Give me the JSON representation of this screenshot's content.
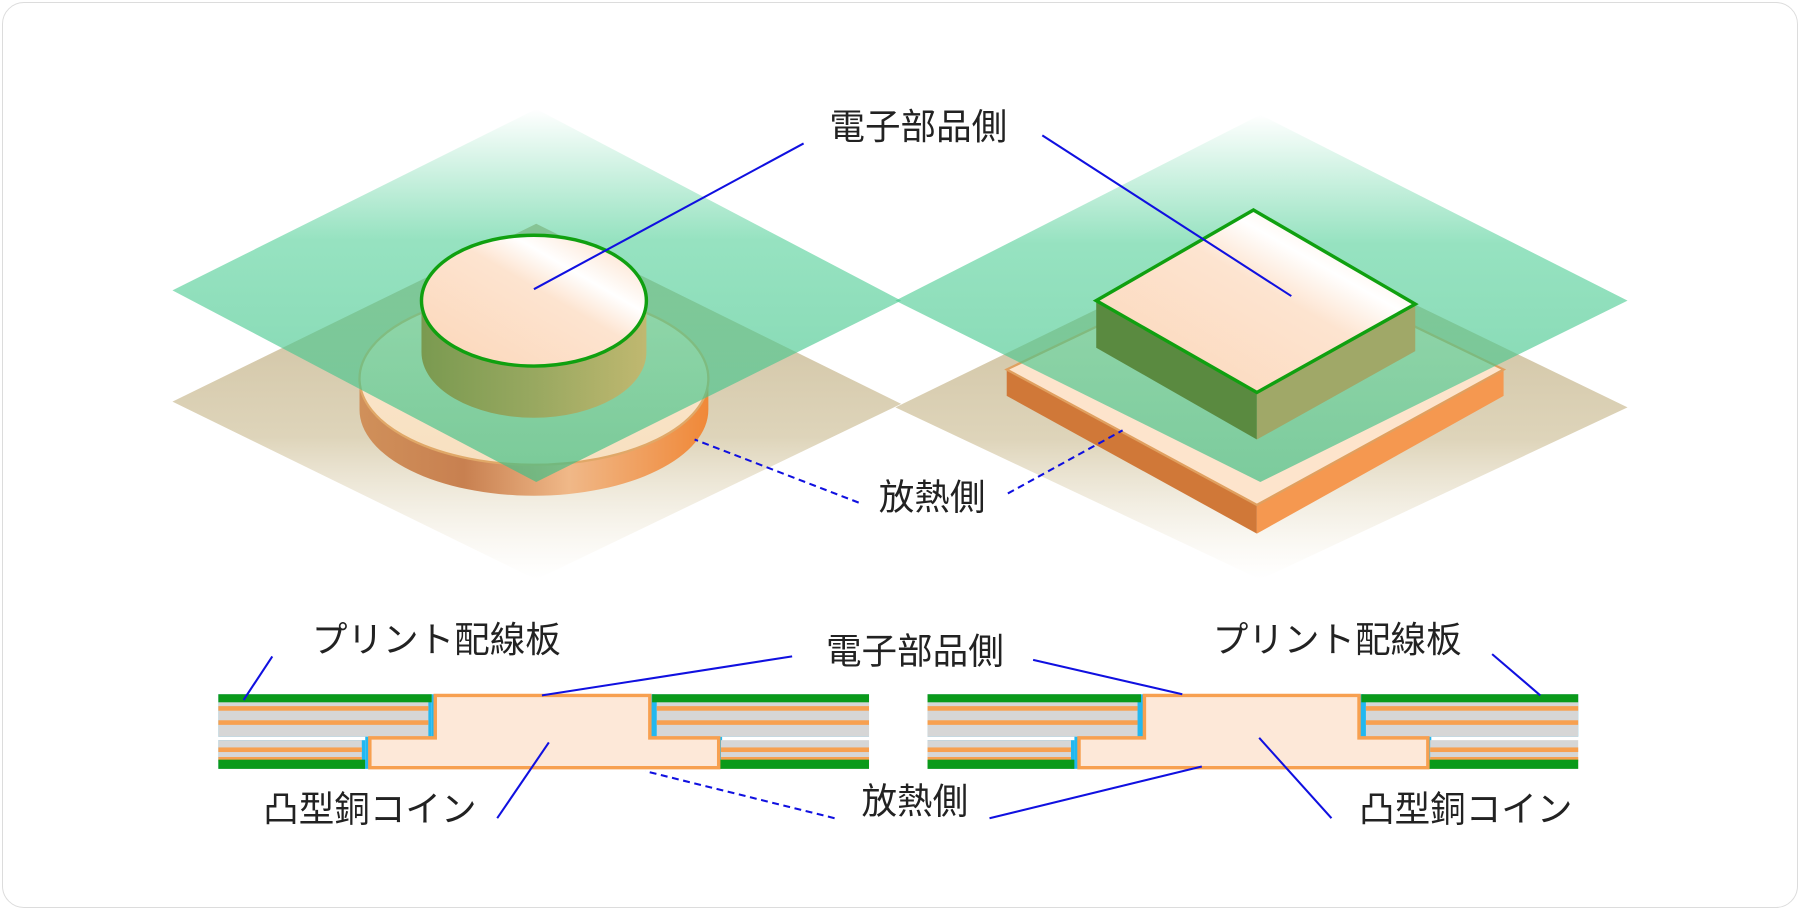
{
  "labels": {
    "component_side_top": "電子部品側",
    "heat_side_top": "放熱側",
    "pcb_left": "プリント配線板",
    "pcb_right": "プリント配線板",
    "component_side_bottom": "電子部品側",
    "heat_side_bottom": "放熱側",
    "coin_left": "凸型銅コイン",
    "coin_right": "凸型銅コイン"
  },
  "colors": {
    "leader_line": "#1010e0",
    "board_green": "#4fcf96",
    "board_tan": "#c8b88c",
    "copper": "#f7a050",
    "copper_light": "#fde8d8",
    "solder_mask": "#0a9a1a",
    "layer_gray": "#d6d6d6",
    "gap_cyan": "#22b8f0"
  }
}
